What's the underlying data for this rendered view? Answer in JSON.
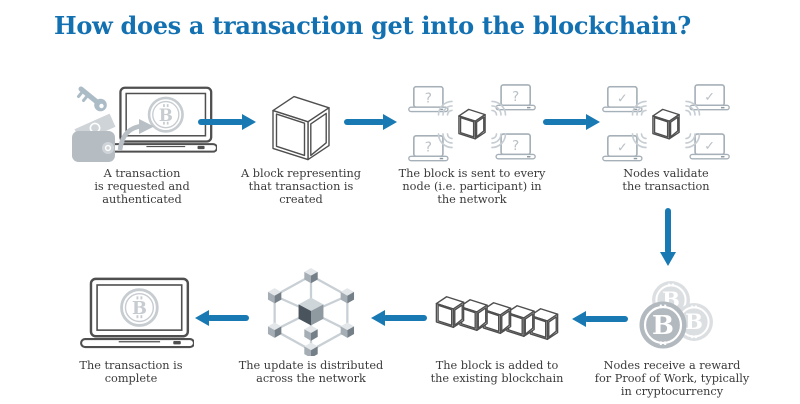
{
  "title": "How does a transaction get into the blockchain?",
  "colors": {
    "accent": "#1879b3",
    "title-color": "#1371b1",
    "caption-color": "#3a3a3a"
  },
  "glyphs": {
    "bitcoin": "B",
    "question": "?",
    "check": "✓"
  },
  "steps": [
    {
      "id": 1,
      "icon": "transaction-request-icon",
      "caption": "A transaction\nis requested and\nauthenticated"
    },
    {
      "id": 2,
      "icon": "block-created-icon",
      "caption": "A block representing\nthat transaction is\ncreated"
    },
    {
      "id": 3,
      "icon": "block-broadcast-icon",
      "caption": "The block is sent to every\nnode (i.e. participant) in\nthe network"
    },
    {
      "id": 4,
      "icon": "nodes-validate-icon",
      "caption": "Nodes validate\nthe transaction"
    },
    {
      "id": 5,
      "icon": "mining-reward-icon",
      "caption": "Nodes receive a reward\nfor Proof of Work, typically\nin cryptocurrency"
    },
    {
      "id": 6,
      "icon": "block-added-icon",
      "caption": "The block is added to\nthe existing blockchain"
    },
    {
      "id": 7,
      "icon": "network-update-icon",
      "caption": "The update is distributed\nacross the network"
    },
    {
      "id": 8,
      "icon": "transaction-complete-icon",
      "caption": "The transaction is\ncomplete"
    }
  ]
}
